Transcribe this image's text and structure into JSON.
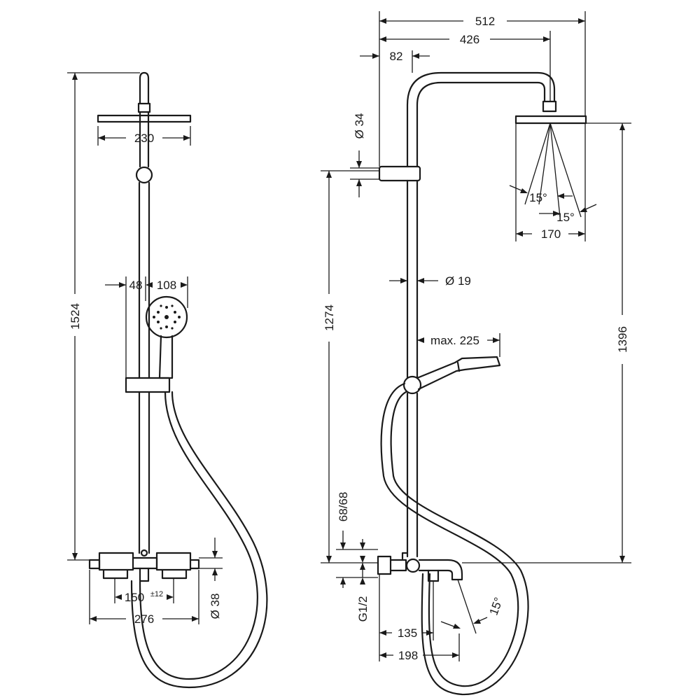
{
  "front_view": {
    "head_width": "230",
    "total_height": "1524",
    "handshower_offset": "48",
    "handshower_width": "108",
    "mixer_spacing": "150",
    "mixer_tolerance": "±12",
    "mixer_width": "276",
    "pipe_dia": "Ø 38"
  },
  "side_view": {
    "total_depth": "512",
    "arm_reach": "426",
    "wall_offset": "82",
    "bracket_dia": "Ø 34",
    "rail_height": "1274",
    "rail_dia": "Ø 19",
    "handshower_max": "max. 225",
    "head_height": "1396",
    "head_width": "170",
    "head_angle_left": "15°",
    "head_angle_right": "15°",
    "inlet_offset": "68/68",
    "thread": "G1/2",
    "spout_angle": "15°",
    "spout_reach_short": "135",
    "spout_reach_long": "198"
  }
}
